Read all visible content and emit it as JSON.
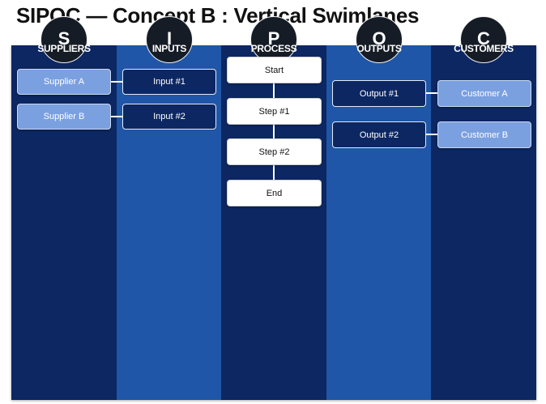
{
  "title": "SIPOC — Concept B : Vertical Swimlanes",
  "lanes": [
    {
      "letter": "S",
      "label": "SUPPLIERS"
    },
    {
      "letter": "I",
      "label": "INPUTS"
    },
    {
      "letter": "P",
      "label": "PROCESS"
    },
    {
      "letter": "O",
      "label": "OUTPUTS"
    },
    {
      "letter": "C",
      "label": "CUSTOMERS"
    }
  ],
  "suppliers": [
    "Supplier A",
    "Supplier B"
  ],
  "inputs": [
    "Input #1",
    "Input #2"
  ],
  "process": [
    "Start",
    "Step #1",
    "Step #2",
    "End"
  ],
  "outputs": [
    "Output #1",
    "Output #2"
  ],
  "customers": [
    "Customer A",
    "Customer B"
  ],
  "colors": {
    "lane_dark": "#0c2762",
    "lane_light": "#1f56a7",
    "box_light": "#7ba0e0",
    "circle": "#161c26"
  }
}
